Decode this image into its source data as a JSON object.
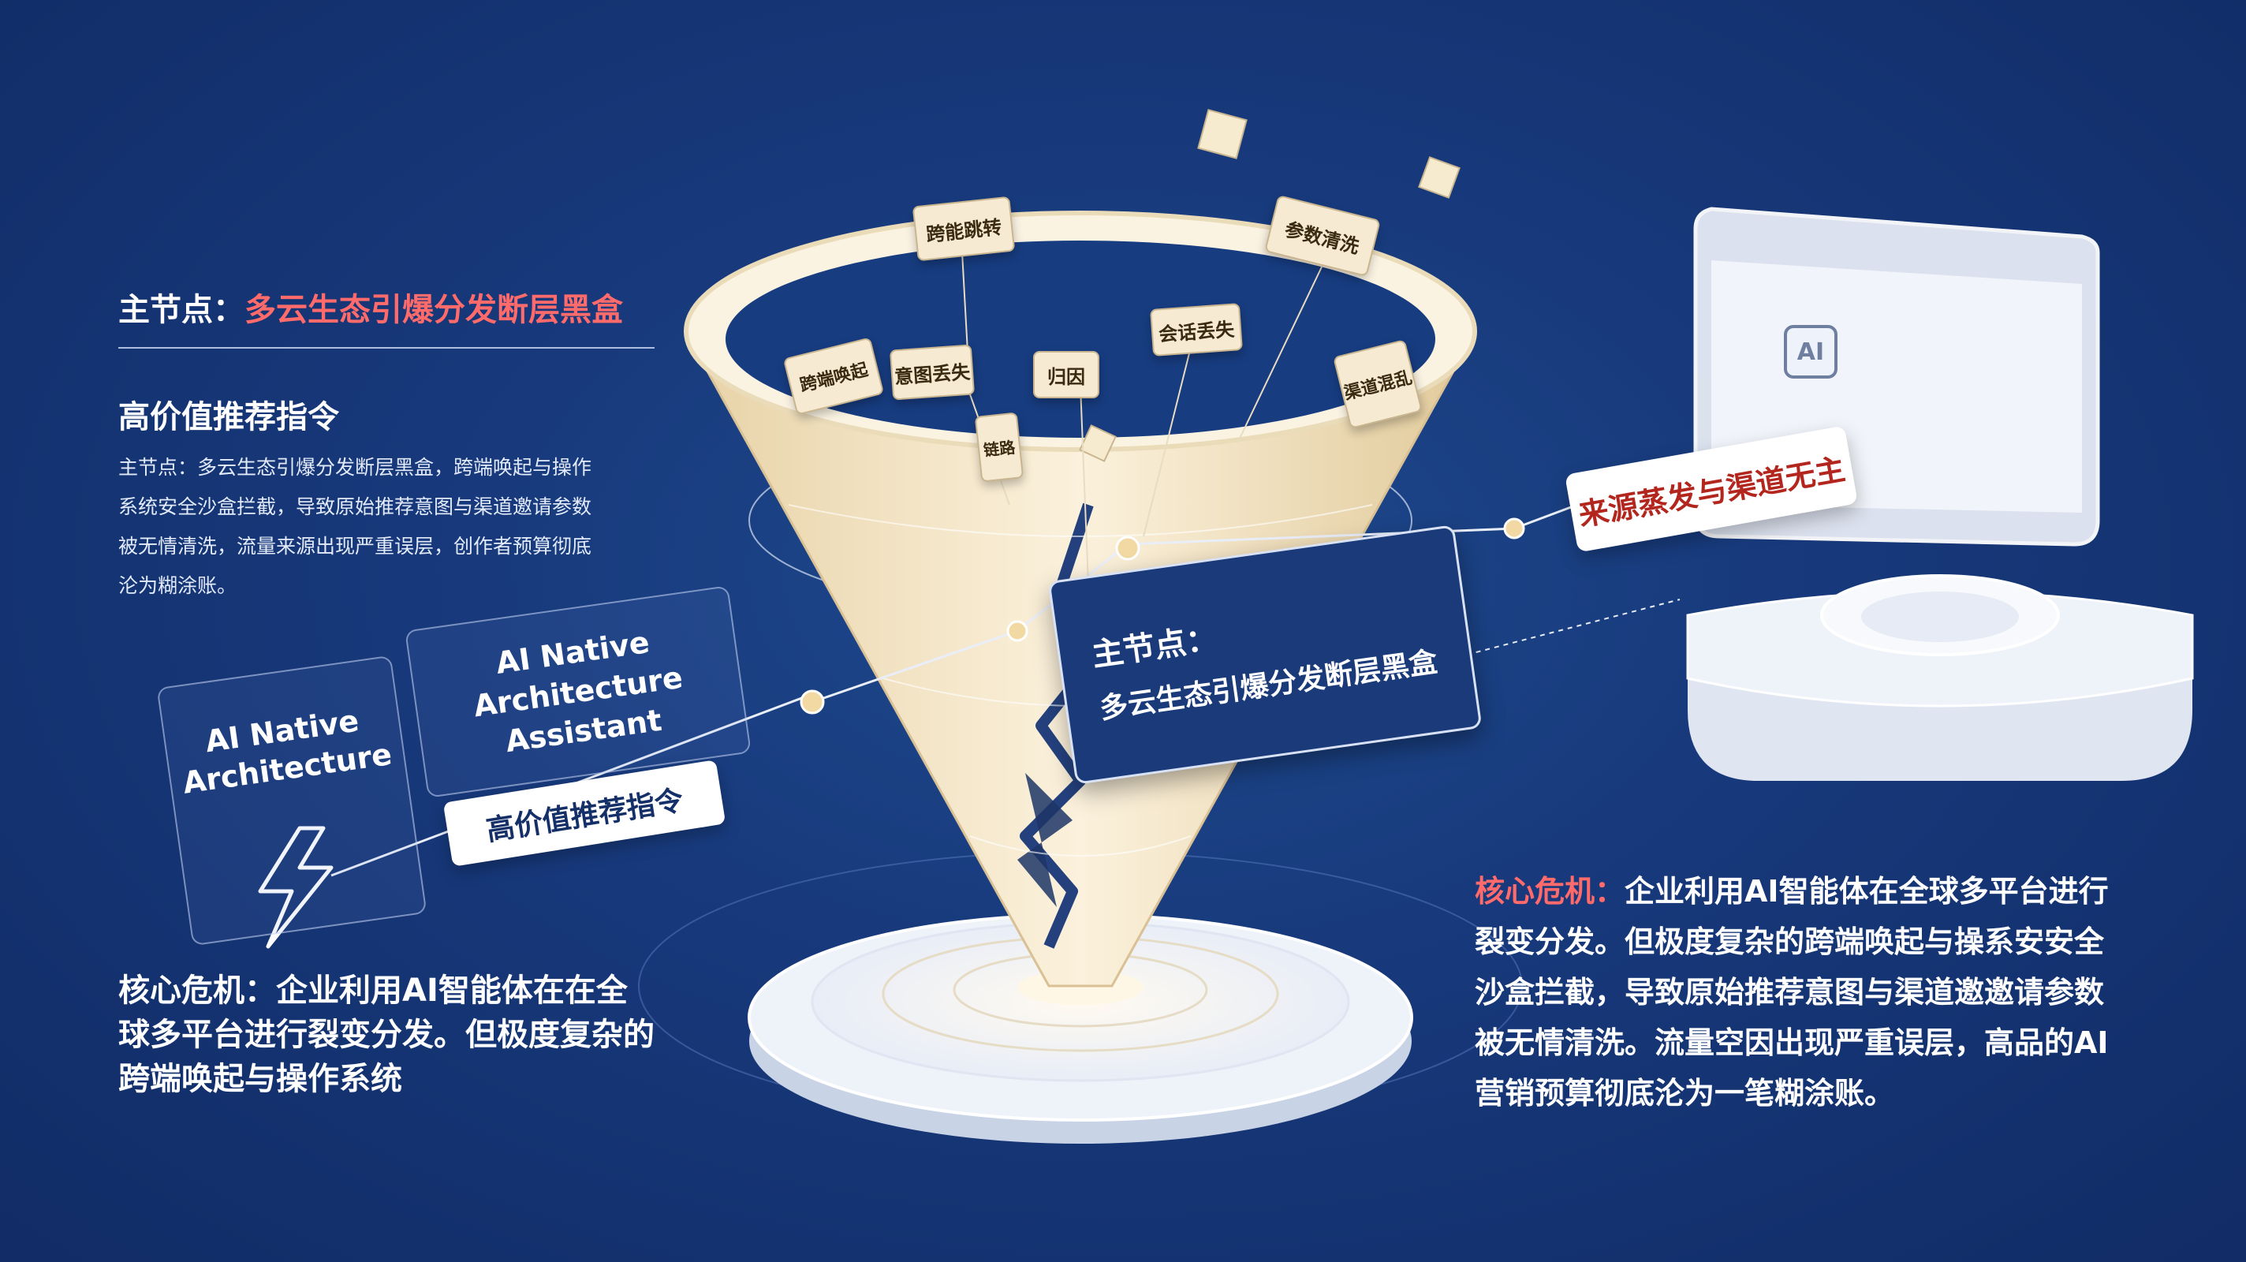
{
  "left_panel": {
    "main_node_label": "主节点：",
    "main_node_value": "多云生态引爆分发断层黑盒",
    "section_title": "高价值推荐指令",
    "description": "主节点：多云生态引爆分发断层黑盒，跨端唤起与操作系统安全沙盒拦截，导致原始推荐意图与渠道邀请参数被无情清洗，流量来源出现严重误层，创作者预算彻底沦为糊涂账。",
    "crisis_label": "核心危机：",
    "crisis_text": "企业利用AI智能体在在全球多平台进行裂变分发。但极度复杂的跨端唤起与操作系统"
  },
  "right_panel": {
    "crisis_label": "核心危机：",
    "crisis_text": "企业利用AI智能体在全球多平台进行裂变分发。但极度复杂的跨端唤起与操系安安全沙盒拦截，导致原始推荐意图与渠道邀邀请参数被无情清洗。流量空因出现严重误层，高品的AI营销预算彻底沦为一笔糊涂账。"
  },
  "cards": {
    "arch": "AI Native Architecture",
    "assistant": "AI Native Architecture Assistant",
    "command_pill": "高价值推荐指令",
    "main_callout_line1": "主节点：",
    "main_callout_line2": "多云生态引爆分发断层黑盒",
    "source_pill": "来源蒸发与渠道无主"
  },
  "funnel_tags": [
    "跨能跳转",
    "参数清洗",
    "会话丢失",
    "渠道混乱",
    "跨端唤起",
    "意图丢失",
    "归因",
    "链路"
  ],
  "server_badge": "AI",
  "colors": {
    "background": "#17387a",
    "accent_red": "#ff6b6b",
    "funnel": "#f3e3c2",
    "white": "#ffffff"
  }
}
